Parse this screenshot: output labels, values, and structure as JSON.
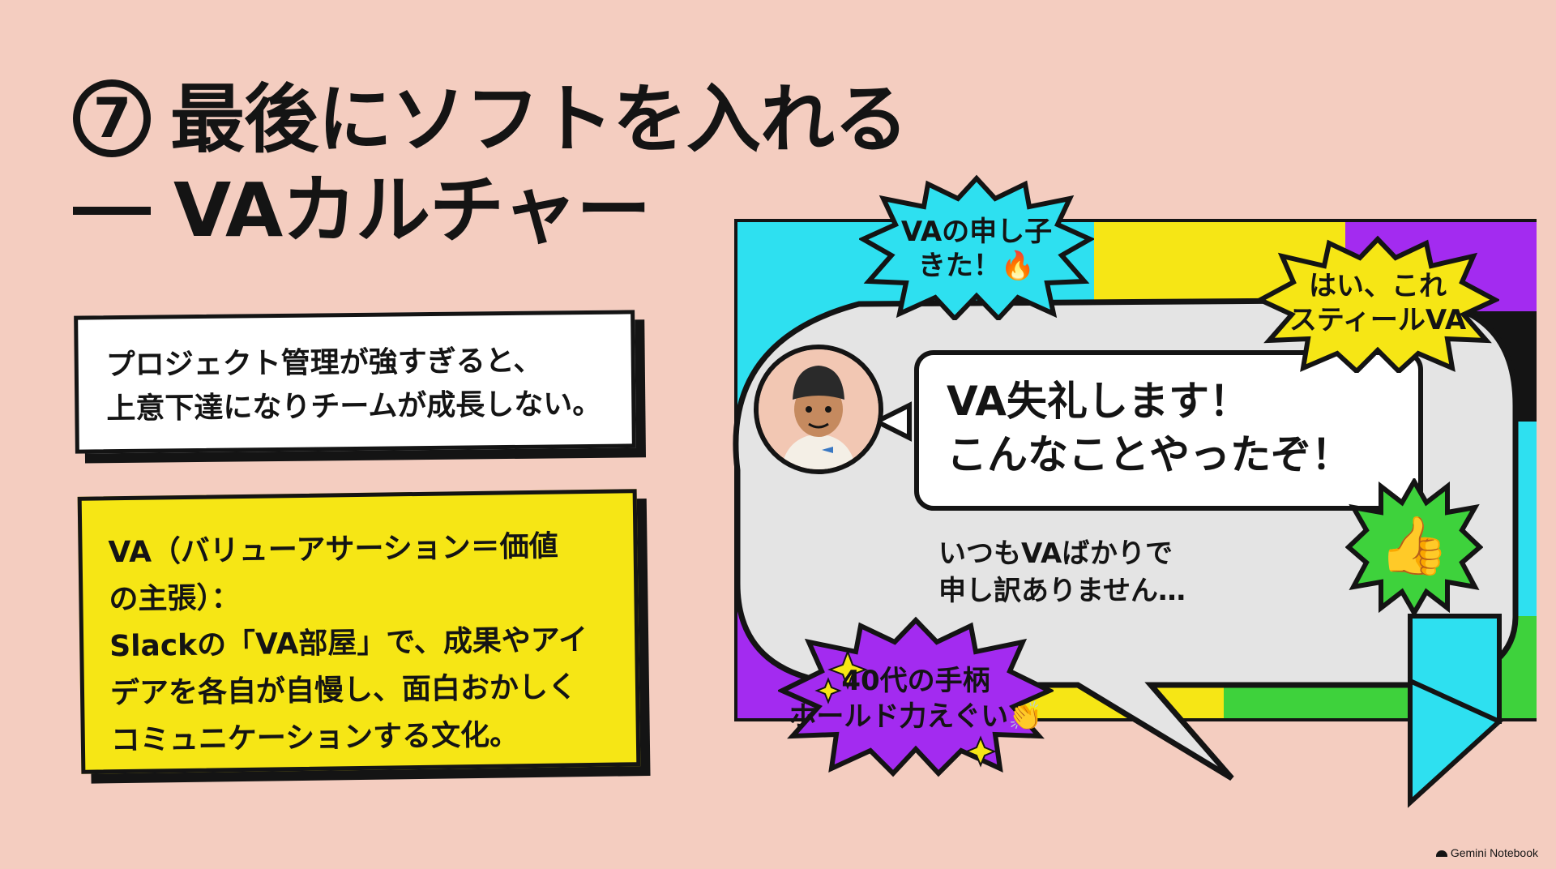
{
  "title": {
    "number": "7",
    "line1": "最後にソフトを入れる",
    "line2": "VAカルチャー"
  },
  "box1": {
    "line1": "プロジェクト管理が強すぎると、",
    "line2": "上意下達になりチームが成長しない。"
  },
  "box2": {
    "line1": "VA（バリューアサーション＝価値",
    "line2": "の主張）：",
    "line3": "Slackの「VA部屋」で、成果やアイ",
    "line4": "デアを各自が自慢し、面白おかしく",
    "line5": "コミュニケーションする文化。"
  },
  "chat": {
    "main_line1": "VA失礼します！",
    "main_line2": "こんなことやったぞ！",
    "sub_line1": "いつもVAばかりで",
    "sub_line2": "申し訳ありません…"
  },
  "bursts": {
    "top_line1": "VAの申し子",
    "top_line2": "きた！🔥",
    "right_line1": "はい、これ",
    "right_line2": "スティールVA",
    "thumb": "👍",
    "bottom_line1": "40代の手柄",
    "bottom_line2": "ホールド力えぐい👏"
  },
  "footer": "Gemini Notebook",
  "colors": {
    "background": "#f4cdc0",
    "cyan": "#2ee0f0",
    "yellow": "#f6e615",
    "purple": "#a32bf0",
    "green": "#3ed23c",
    "ink": "#141414"
  }
}
